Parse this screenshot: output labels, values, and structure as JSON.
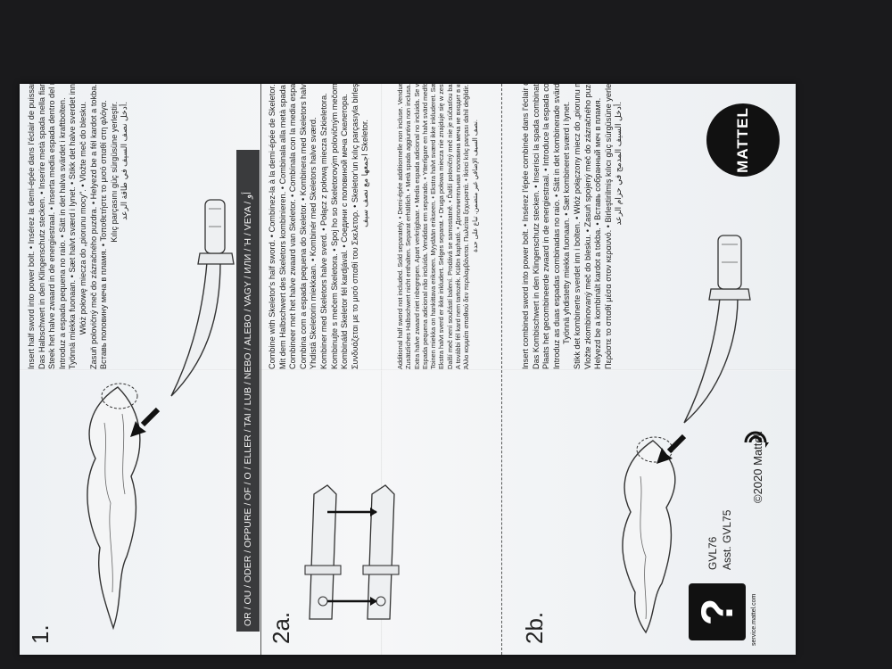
{
  "steps": {
    "step1": {
      "number": "1.",
      "lines": [
        "Insert half sword into power bolt. • Insérez la demi-épée dans l'éclair de puissance.",
        "Das Halbschwert in den Klingenschutz stecken. • Inserire metà spada nella fiamma.",
        "Steek het halve zwaard in de energiestraal. • Inserta media espada dentro del rayo de poder.",
        "Introduz a espada pequena no raio. • Sätt in det halva svärdet i kraftbolten.",
        "Työnnä miekka fuonaan. • Sæt halvt sværd i lynet. • Stikk det halve sverdet inn i bolten.",
        "Włóż połowę miecza do „piorunu mocy\". • Vložte meč do blesku.",
        "Zasuň polovičný meč do zázračného puzdra. • Helyezd be a fél kardot a tokba.",
        "Вставь половину меча в пламя. • Τοποθετήστε το μισό σπαθί στη φλόγα.",
        "Kılıç parçasını güç sürgüsüne yerleştir.",
        "أدخل نصف السيف في طاقة الرعد."
      ]
    },
    "step2a": {
      "number": "2a.",
      "lines": [
        "Combine with Skeletor's half sword. • Combinez-la à la demi-épée de Skeletor.",
        "Mit dem Halbschwert des Skeletors kombinieren. • Combinala alla metà spada di Skeletor.",
        "Combineer met het halve zwaard van Skeletor. • Combínala con la media espada de Skeletor.",
        "Combina com a espada pequena do Skeletor. • Kombinera med Skeletors halva svärd.",
        "Yhdistä Skeletorin miekkaan. • Kombinér med Skeletors halve sværd.",
        "Kombiner med Skeletors halve sverd. • Połącz z połową miecza Szkieletora.",
        "Kombinujte s mečem Skeletora. • Spoj ho so Skeletorovým polovičným mečom.",
        "Kombináld Skeletor fél kardjával. • Соедини с половиной меча Скелетора.",
        "Συνδυάζεται με το μισό σπαθί του Σκελετορ. • Skeletor'un kılıç parçasıyla birleştir.",
        "اجمعها مع نصف سيف Skeletor."
      ],
      "notes": [
        "Additional half sword not included. Sold separately. • Demi-épée additionnelle non incluse. Vendue séparément.",
        "Zusätzliches Halbschwert nicht enthalten. Separat erhältlich. • Metà spada aggiuntiva non inclusa. In vendita separatamente.",
        "Extra halve zwaard niet inbegrepen. Apart verkrijgbaar. • Media espada adicional no incluida. Se vende por separado.",
        "Espada pequena adicional não incluída. Vendidas em separado. • Ytterligare en halvt svärd medföljer ej. Säljs separat.",
        "Toinen miekka on hankittava erikseen. Myydään erikseen. • Ekstra halvt sværd ikke inkluderet. Sælges separat.",
        "Ekstra halvt sverd er ikke inkludert. Selges separat. • Druga połowa miecza nie znajduje się w zestawie. Sprzedawane oddzielnie.",
        "Další meč není součástí balení. Prodává se samostatně. • Ďalší polovičný meč nie je súčasťou balenia. Predáva sa samostatne.",
        "A további fél kard nem tartozék. Külön kapható. • Дополнительная половина меча не входит в комплект. Продается отдельно.",
        "Άλλο κομμάτι σπαθιού δεν περιλαμβάνεται. Πωλείται ξεχωριστά. • İkinci kılıç parçası dahil değildir. Ayrı olarak satılır.",
        "نصف السيف الإضافي غير متضمن. تباع على حدة."
      ]
    },
    "orbar": "OR / OU / ODER / OPPURE / OF / O / ELLER / TAI / LUB / NEBO / ALEBO / VAGY / ИЛИ / Ή / VEYA / أو",
    "step2b": {
      "number": "2b.",
      "lines": [
        "Insert combined sword into power bolt. • Insérez l'épée combinée dans l'éclair de puissance.",
        "Das Kombischwert in den Klingenschutz stecken. • Inserisci la spada combinata nella fiamma.",
        "Plaats het gecombineerde zwaard in de energiestraal. • Introduce la espada combinada en el rayo de poder.",
        "Introduz as duas espadas combinadas no raio. • Sätt in det kombinerade svärdet i kraftbolten.",
        "Työnnä yhdistetty miekka fuonaan. • Sæt kombineret sværd i lynet.",
        "Stikk det kombinerte sverdet inn i bolten. • Włóż połączony miecz do „piorunu mocy\".",
        "Vložte zkombinovaný meč do blesku. • Zasuň spojený meč do zázračného puzdra.",
        "Helyezd be a kombinált kardot a tokba. • Вставь собранный меч в пламя.",
        "Περάστε το σπαθί μέσα στον κεραυνό. • Birleştirilmiş kılıcı güç sürgüsüne yerleştir.",
        "أدخل السيف المدمج في حزام الرعد."
      ]
    }
  },
  "footer": {
    "model": "GVL76",
    "assortment": "Asst. GVL75",
    "service": "service.mattel.com",
    "help_glyph": "?",
    "copyright": "©2020 Mattel.",
    "brand": "MATTEL"
  },
  "icons": [
    "arrow-down-icon",
    "help-question-icon",
    "recycle-icon",
    "mattel-logo",
    "sword-illustration",
    "flame-illustration"
  ]
}
